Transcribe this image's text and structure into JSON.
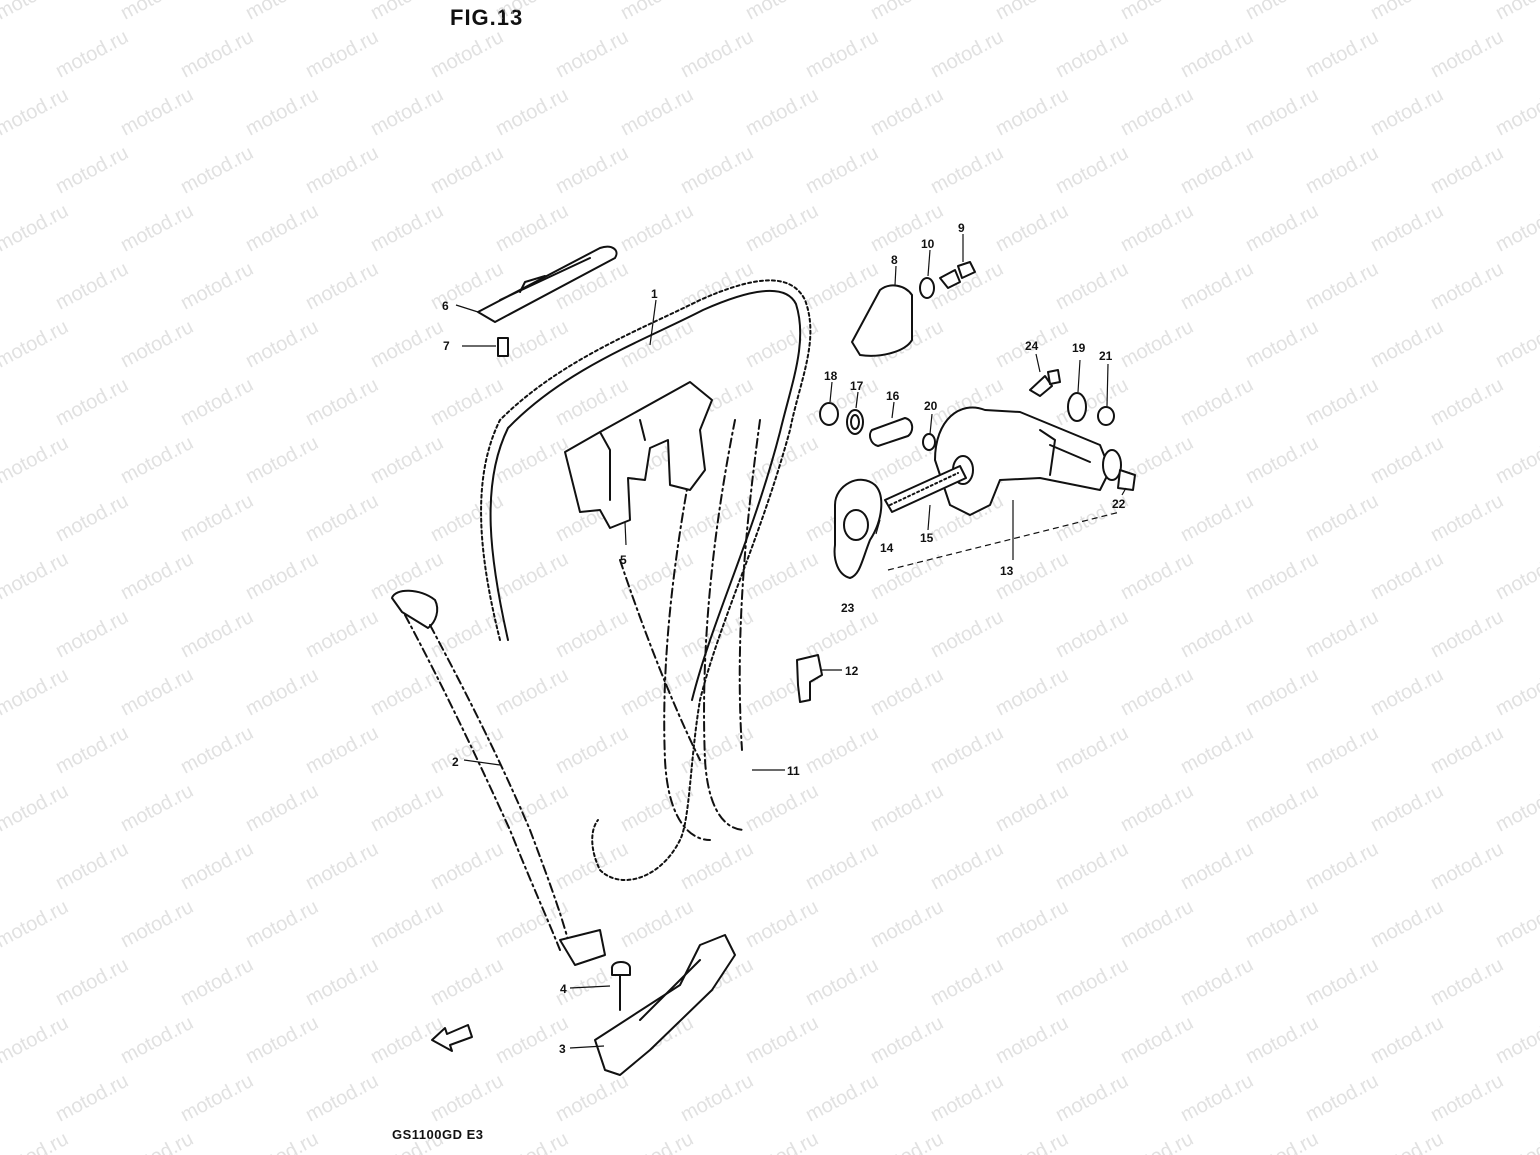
{
  "figure": {
    "title": "FIG.13",
    "model_code": "GS1100GD E3",
    "watermark": "motod.ru"
  },
  "callouts": [
    {
      "id": "1",
      "label": "1"
    },
    {
      "id": "2",
      "label": "2"
    },
    {
      "id": "3",
      "label": "3"
    },
    {
      "id": "4",
      "label": "4"
    },
    {
      "id": "5",
      "label": "5"
    },
    {
      "id": "6",
      "label": "6"
    },
    {
      "id": "7",
      "label": "7"
    },
    {
      "id": "8",
      "label": "8"
    },
    {
      "id": "9",
      "label": "9"
    },
    {
      "id": "10",
      "label": "10"
    },
    {
      "id": "11",
      "label": "11"
    },
    {
      "id": "12",
      "label": "12"
    },
    {
      "id": "13",
      "label": "13"
    },
    {
      "id": "14",
      "label": "14"
    },
    {
      "id": "15",
      "label": "15"
    },
    {
      "id": "16",
      "label": "16"
    },
    {
      "id": "17",
      "label": "17"
    },
    {
      "id": "18",
      "label": "18"
    },
    {
      "id": "19",
      "label": "19"
    },
    {
      "id": "20",
      "label": "20"
    },
    {
      "id": "21",
      "label": "21"
    },
    {
      "id": "22",
      "label": "22"
    },
    {
      "id": "23",
      "label": "23"
    },
    {
      "id": "24",
      "label": "24"
    }
  ],
  "colors": {
    "ink": "#111111",
    "paper": "#ffffff",
    "watermark": "#c9c9c9"
  }
}
